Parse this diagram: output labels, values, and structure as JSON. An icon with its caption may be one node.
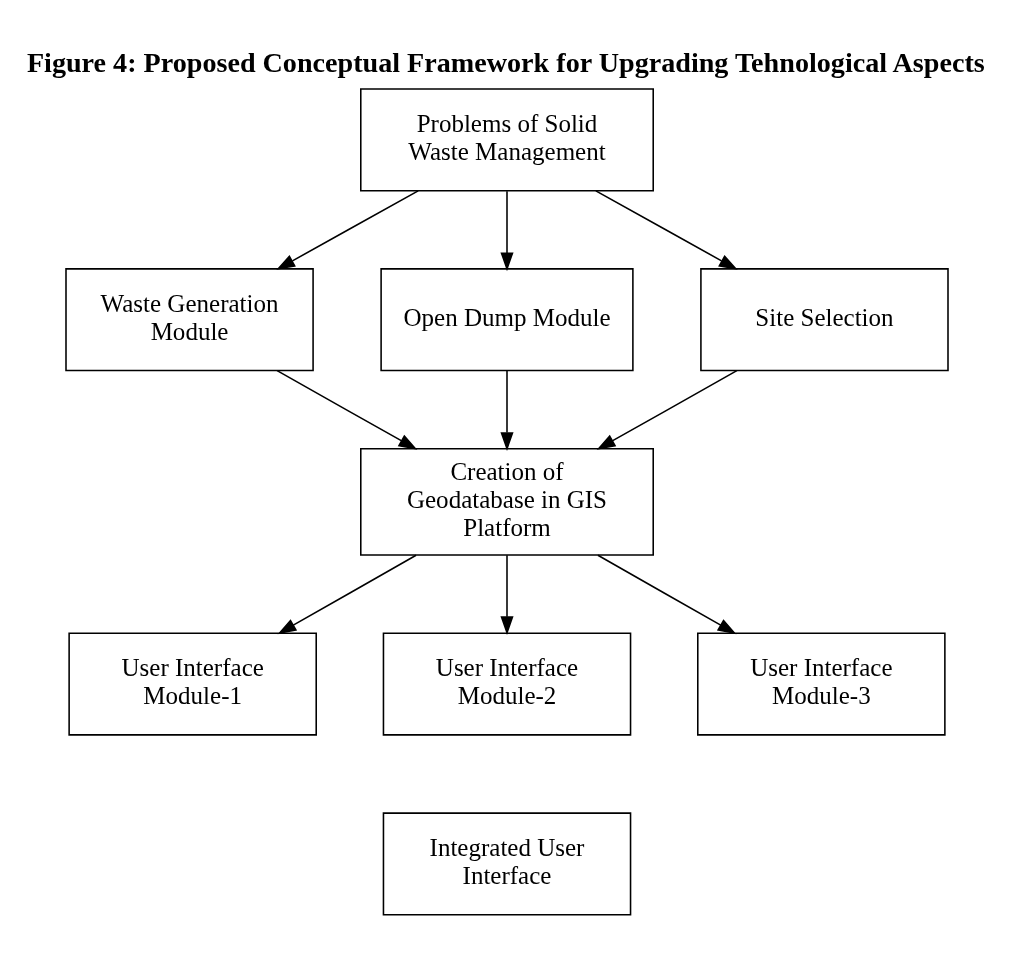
{
  "diagram": {
    "title": "Figure 4: Proposed Conceptual Framework for Upgrading Tehnological Aspects",
    "nodes": [
      {
        "text": [
          "Problems of Solid Waste Management"
        ]
      },
      {
        "text": [
          "Waste Generation Module"
        ]
      },
      {
        "text": [
          "Open Dump Module"
        ]
      },
      {
        "text": [
          "Site Selection"
        ]
      },
      {
        "text": [
          "Creation of Geodatabase in GIS Platform"
        ]
      },
      {
        "text": [
          "User Interface Module-1"
        ]
      },
      {
        "text": [
          "User Interface Module-2"
        ]
      },
      {
        "text": [
          "User Interface Module-3"
        ]
      },
      {
        "text": [
          "Integrated User Interface"
        ]
      }
    ],
    "edges": [
      {
        "from": 0,
        "to": 1,
        "arrow": "to"
      },
      {
        "from": 0,
        "to": 2,
        "arrow": "to"
      },
      {
        "from": 0,
        "to": 3,
        "arrow": "to"
      },
      {
        "from": 1,
        "to": 4,
        "arrow": "to"
      },
      {
        "from": 2,
        "to": 4,
        "arrow": "to"
      },
      {
        "from": 3,
        "to": 4,
        "arrow": "to"
      },
      {
        "from": 4,
        "to": 5,
        "arrow": "to"
      },
      {
        "from": 4,
        "to": 6,
        "arrow": "to"
      },
      {
        "from": 4,
        "to": 7,
        "arrow": "to"
      }
    ]
  }
}
